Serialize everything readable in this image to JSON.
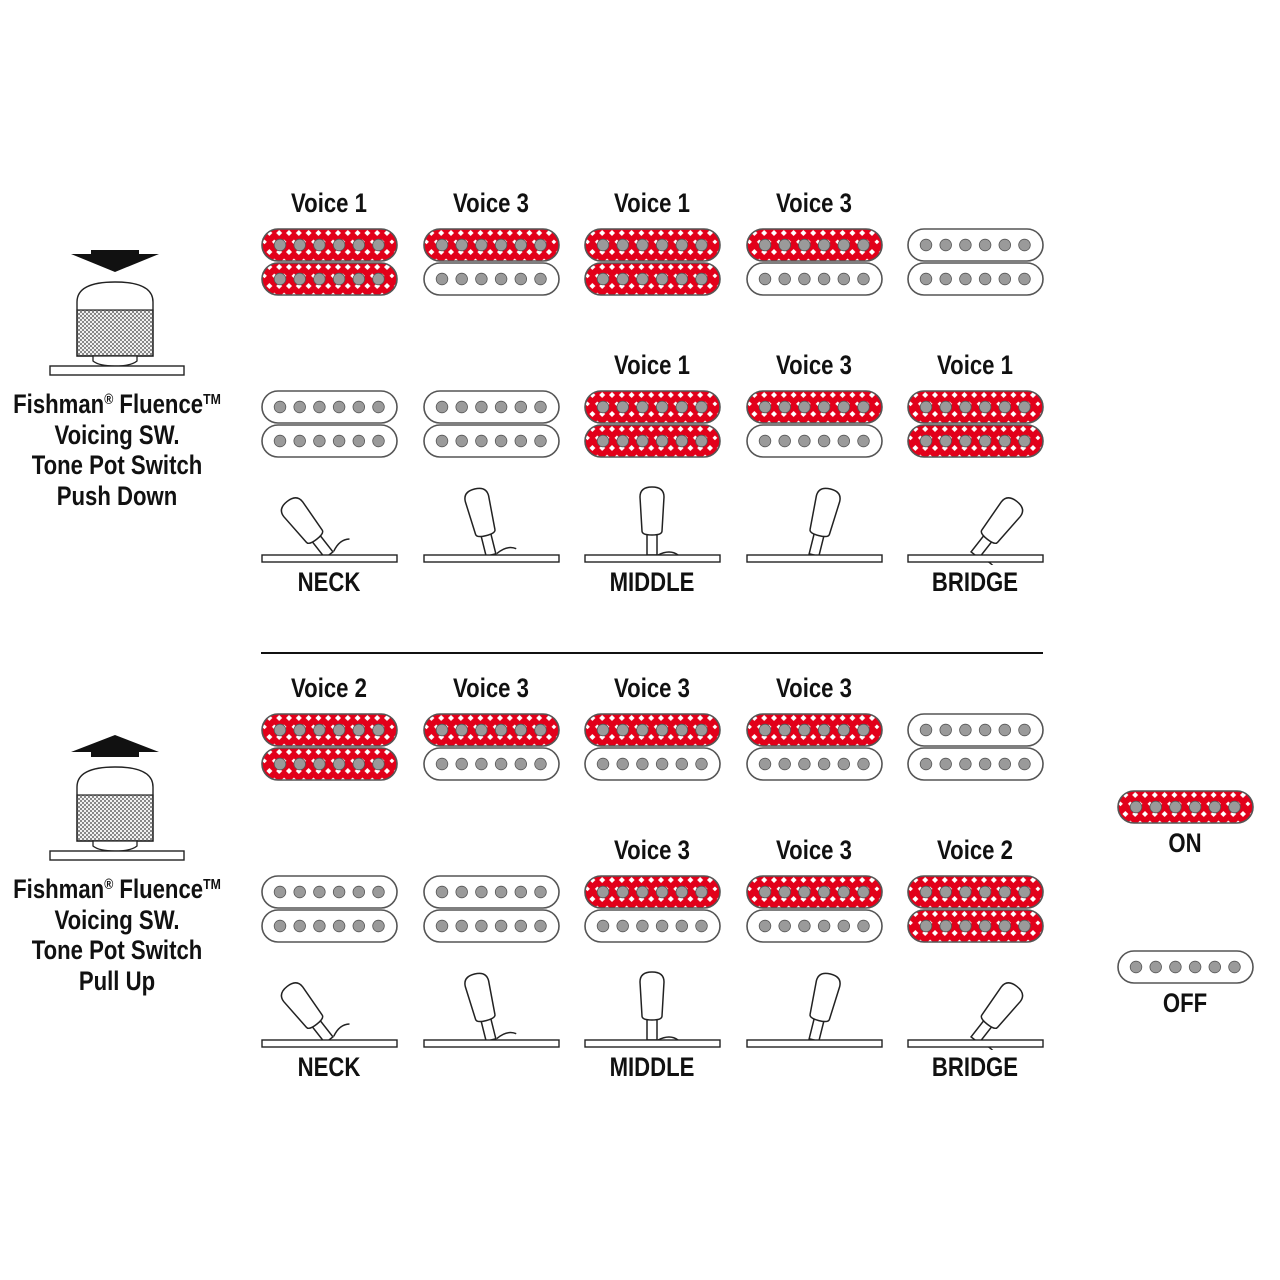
{
  "colors": {
    "on": "#e2001a",
    "off": "#ffffff",
    "pole": "#9a9a9a",
    "outline": "#555555",
    "text": "#111111"
  },
  "sections": [
    {
      "knob_state": "push-down",
      "arrow_icon": "arrow-down-icon",
      "caption": {
        "brand": "Fishman",
        "reg": "®",
        "product": "Fluence",
        "tm": "TM",
        "line2": "Voicing SW.",
        "line3": "Tone Pot Switch",
        "line4": "Push Down"
      },
      "columns": [
        {
          "neck": {
            "label": "Voice 1",
            "top": "on",
            "bottom": "on"
          },
          "bridge": {
            "label": "",
            "top": "off",
            "bottom": "off"
          },
          "switch_angle": -38,
          "position": "NECK"
        },
        {
          "neck": {
            "label": "Voice 3",
            "top": "on",
            "bottom": "off"
          },
          "bridge": {
            "label": "",
            "top": "off",
            "bottom": "off"
          },
          "switch_angle": -14,
          "position": ""
        },
        {
          "neck": {
            "label": "Voice 1",
            "top": "on",
            "bottom": "on"
          },
          "bridge": {
            "label": "Voice 1",
            "top": "on",
            "bottom": "on"
          },
          "switch_angle": 0,
          "position": "MIDDLE"
        },
        {
          "neck": {
            "label": "Voice 3",
            "top": "on",
            "bottom": "off"
          },
          "bridge": {
            "label": "Voice 3",
            "top": "on",
            "bottom": "off"
          },
          "switch_angle": 14,
          "position": ""
        },
        {
          "neck": {
            "label": "",
            "top": "off",
            "bottom": "off"
          },
          "bridge": {
            "label": "Voice 1",
            "top": "on",
            "bottom": "on"
          },
          "switch_angle": 38,
          "position": "BRIDGE"
        }
      ]
    },
    {
      "knob_state": "pull-up",
      "arrow_icon": "arrow-up-icon",
      "caption": {
        "brand": "Fishman",
        "reg": "®",
        "product": "Fluence",
        "tm": "TM",
        "line2": "Voicing SW.",
        "line3": "Tone Pot Switch",
        "line4": "Pull Up"
      },
      "columns": [
        {
          "neck": {
            "label": "Voice 2",
            "top": "on",
            "bottom": "on"
          },
          "bridge": {
            "label": "",
            "top": "off",
            "bottom": "off"
          },
          "switch_angle": -38,
          "position": "NECK"
        },
        {
          "neck": {
            "label": "Voice 3",
            "top": "on",
            "bottom": "off"
          },
          "bridge": {
            "label": "",
            "top": "off",
            "bottom": "off"
          },
          "switch_angle": -14,
          "position": ""
        },
        {
          "neck": {
            "label": "Voice 3",
            "top": "on",
            "bottom": "off"
          },
          "bridge": {
            "label": "Voice 3",
            "top": "on",
            "bottom": "off"
          },
          "switch_angle": 0,
          "position": "MIDDLE"
        },
        {
          "neck": {
            "label": "Voice 3",
            "top": "on",
            "bottom": "off"
          },
          "bridge": {
            "label": "Voice 3",
            "top": "on",
            "bottom": "off"
          },
          "switch_angle": 14,
          "position": ""
        },
        {
          "neck": {
            "label": "",
            "top": "off",
            "bottom": "off"
          },
          "bridge": {
            "label": "Voice 2",
            "top": "on",
            "bottom": "on"
          },
          "switch_angle": 38,
          "position": "BRIDGE"
        }
      ]
    }
  ],
  "legend": {
    "on_label": "ON",
    "off_label": "OFF"
  }
}
